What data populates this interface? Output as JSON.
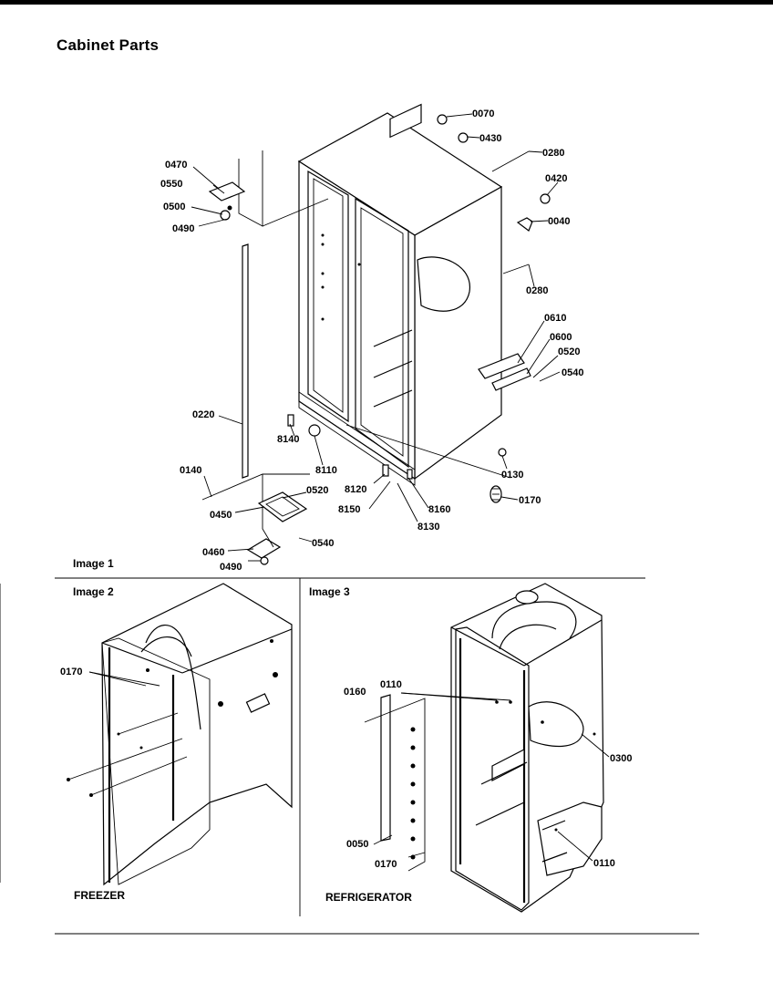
{
  "page": {
    "title": "Cabinet Parts",
    "panels": {
      "image1": "Image 1",
      "image2": "Image 2",
      "image3": "Image 3"
    },
    "captions": {
      "freezer": "FREEZER",
      "refrigerator": "REFRIGERATOR"
    }
  },
  "callouts": {
    "image1": [
      "0070",
      "0430",
      "0280",
      "0420",
      "0040",
      "0280",
      "0610",
      "0600",
      "0520",
      "0540",
      "0130",
      "0170",
      "0470",
      "0550",
      "0500",
      "0490",
      "0220",
      "8140",
      "8110",
      "0140",
      "0450",
      "0520",
      "0460",
      "0490",
      "0540",
      "8120",
      "8150",
      "8160",
      "8130"
    ],
    "image2": [
      "0170"
    ],
    "image3": [
      "0160",
      "0110",
      "0300",
      "0050",
      "0170",
      "0110"
    ]
  }
}
